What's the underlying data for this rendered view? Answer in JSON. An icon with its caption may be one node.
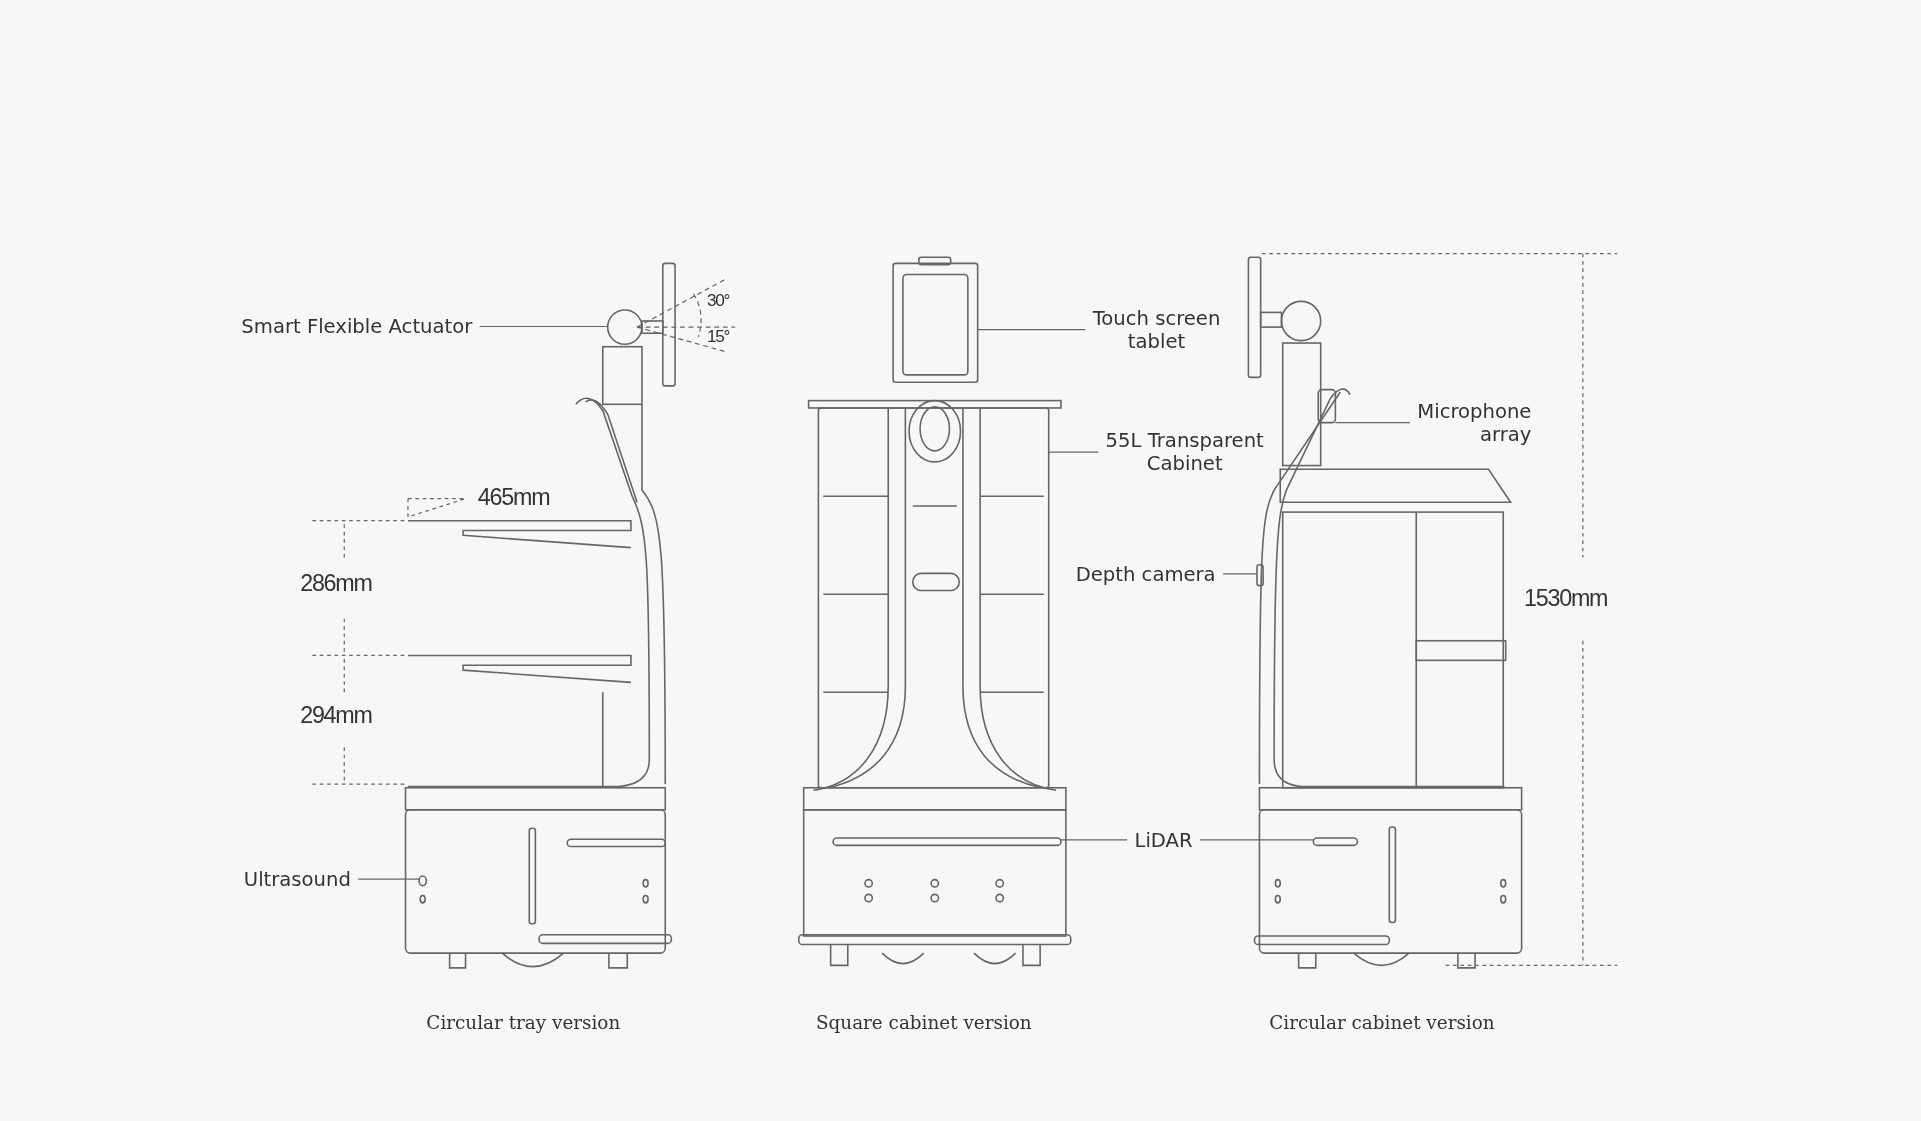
{
  "diagram": {
    "nodes": [
      {
        "text": [
          "Smart Flexible Actuator"
        ]
      },
      {
        "text": [],
        "shape": "circle"
      },
      {
        "text": [
          "Touch screen tablet"
        ]
      },
      {
        "text": [],
        "shape": "box"
      },
      {
        "text": [
          "55L Transparent Cabinet"
        ]
      },
      {
        "text": [],
        "shape": "box"
      },
      {
        "text": [
          "Microphone array"
        ]
      },
      {
        "text": [],
        "shape": "bar"
      },
      {
        "text": [
          "Depth camera"
        ]
      },
      {
        "text": [],
        "shape": "box"
      },
      {
        "text": [
          "LiDAR"
        ]
      },
      {
        "text": [],
        "shape": "bar"
      },
      {
        "text": [],
        "shape": "bar"
      },
      {
        "text": [
          "Ultrasound"
        ]
      },
      {
        "text": [],
        "shape": "circle"
      }
    ],
    "edges": [
      {
        "from": 0,
        "to": 1,
        "arrow": "none"
      },
      {
        "from": 2,
        "to": 3,
        "arrow": "none"
      },
      {
        "from": 4,
        "to": 5,
        "arrow": "none"
      },
      {
        "from": 6,
        "to": 7,
        "arrow": "none"
      },
      {
        "from": 8,
        "to": 9,
        "arrow": "none"
      },
      {
        "from": 10,
        "to": 11,
        "arrow": "none"
      },
      {
        "from": 10,
        "to": 12,
        "arrow": "none"
      },
      {
        "from": 13,
        "to": 14,
        "arrow": "none"
      }
    ],
    "labels": [
      "30°",
      "15°",
      "465mm",
      "286mm",
      "294mm",
      "1530mm",
      "Circular tray version",
      "Square cabinet version",
      "Circular cabinet version"
    ]
  }
}
